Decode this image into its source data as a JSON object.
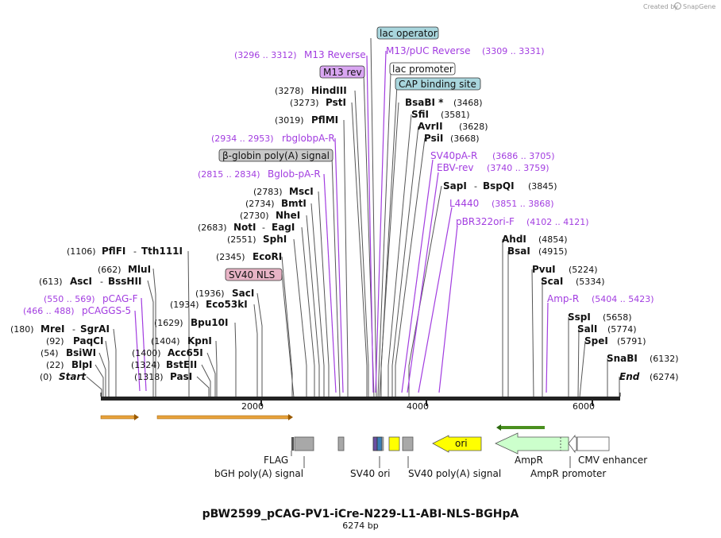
{
  "credit": {
    "prefix": "Created by",
    "brand": "SnapGene"
  },
  "title": "pBW2599_pCAG-PV1-iCre-N229-L1-ABI-NLS-BGHpA",
  "subtitle": "6274 bp",
  "colors": {
    "primer": "#a23de0",
    "lac_box": "#a9d6dd",
    "cap_box": "#a9d6dd",
    "m13rev_box": "#d9a6f2",
    "globin_box": "#c9c9c9",
    "sv40nls_box": "#e8b4c6",
    "ori": "#ffff00",
    "ampr": "#ccffcc",
    "orf_arrow": "#e8a33c",
    "ampr_orf": "#4a8f1f"
  },
  "axis_ticks": [
    "2000",
    "4000",
    "6000"
  ],
  "sites_left": [
    {
      "pos": "(0)",
      "name": "Start",
      "italic": true
    },
    {
      "pos": "(22)",
      "name": "BlpI"
    },
    {
      "pos": "(54)",
      "name": "BsiWI"
    },
    {
      "pos": "(92)",
      "name": "PaqCI"
    },
    {
      "pos": "(180)",
      "name": "MreI",
      "sep": "-",
      "name2": "SgrAI"
    },
    {
      "pos": "(613)",
      "name": "AscI",
      "sep": "-",
      "name2": "BssHII"
    },
    {
      "pos": "(662)",
      "name": "MluI"
    },
    {
      "pos": "(1106)",
      "name": "PflFI",
      "sep": "-",
      "name2": "Tth111I"
    },
    {
      "pos": "(1318)",
      "name": "PasI"
    },
    {
      "pos": "(1324)",
      "name": "BstEII"
    },
    {
      "pos": "(1400)",
      "name": "Acc65I"
    },
    {
      "pos": "(1404)",
      "name": "KpnI"
    },
    {
      "pos": "(1629)",
      "name": "Bpu10I"
    },
    {
      "pos": "(1934)",
      "name": "Eco53kI"
    },
    {
      "pos": "(1936)",
      "name": "SacI"
    },
    {
      "pos": "(2345)",
      "name": "EcoRI"
    },
    {
      "pos": "(2551)",
      "name": "SphI"
    },
    {
      "pos": "(2683)",
      "name": "NotI",
      "sep": "-",
      "name2": "EagI"
    },
    {
      "pos": "(2730)",
      "name": "NheI"
    },
    {
      "pos": "(2734)",
      "name": "BmtI"
    },
    {
      "pos": "(2783)",
      "name": "MscI"
    },
    {
      "pos": "(3019)",
      "name": "PflMI"
    },
    {
      "pos": "(3273)",
      "name": "PstI"
    },
    {
      "pos": "(3278)",
      "name": "HindIII"
    }
  ],
  "sites_right": [
    {
      "name": "BsaBI *",
      "pos": "(3468)"
    },
    {
      "name": "SfiI",
      "pos": "(3581)"
    },
    {
      "name": "AvrII",
      "pos": "(3628)"
    },
    {
      "name": "PsiI",
      "pos": "(3668)"
    },
    {
      "name": "SapI",
      "sep": "-",
      "name2": "BspQI",
      "pos": "(3845)"
    },
    {
      "name": "AhdI",
      "pos": "(4854)"
    },
    {
      "name": "BsaI",
      "pos": "(4915)"
    },
    {
      "name": "PvuI",
      "pos": "(5224)"
    },
    {
      "name": "ScaI",
      "pos": "(5334)"
    },
    {
      "name": "SspI",
      "pos": "(5658)"
    },
    {
      "name": "SalI",
      "pos": "(5774)"
    },
    {
      "name": "SpeI",
      "pos": "(5791)"
    },
    {
      "name": "SnaBI",
      "pos": "(6132)"
    },
    {
      "name": "End",
      "pos": "(6274)",
      "italic": true
    }
  ],
  "primers": [
    {
      "range": "(466 .. 488)",
      "name": "pCAGGS-5"
    },
    {
      "range": "(550 .. 569)",
      "name": "pCAG-F"
    },
    {
      "range": "(2815 .. 2834)",
      "name": "Bglob-pA-R"
    },
    {
      "range": "(2934 .. 2953)",
      "name": "rbglobpA-R"
    },
    {
      "range": "(3296 .. 3312)",
      "name": "M13 Reverse"
    },
    {
      "name": "M13/pUC Reverse",
      "range": "(3309 .. 3331)"
    },
    {
      "name": "SV40pA-R",
      "range": "(3686 .. 3705)"
    },
    {
      "name": "EBV-rev",
      "range": "(3740 .. 3759)"
    },
    {
      "name": "L4440",
      "range": "(3851 .. 3868)"
    },
    {
      "name": "pBR322ori-F",
      "range": "(4102 .. 4121)"
    },
    {
      "name": "Amp-R",
      "range": "(5404 .. 5423)"
    }
  ],
  "boxed_labels": {
    "lac_operator": "lac operator",
    "lac_promoter": "lac promoter",
    "cap_site": "CAP binding site",
    "m13_rev": "M13 rev",
    "globin_pa": "β-globin poly(A) signal",
    "sv40_nls": "SV40 NLS"
  },
  "features": {
    "flag": "FLAG",
    "bgh": "bGH poly(A) signal",
    "sv40_ori": "SV40 ori",
    "sv40_pa": "SV40 poly(A) signal",
    "ori": "ori",
    "ampr": "AmpR",
    "ampr_promoter": "AmpR promoter",
    "cmv": "CMV enhancer"
  }
}
